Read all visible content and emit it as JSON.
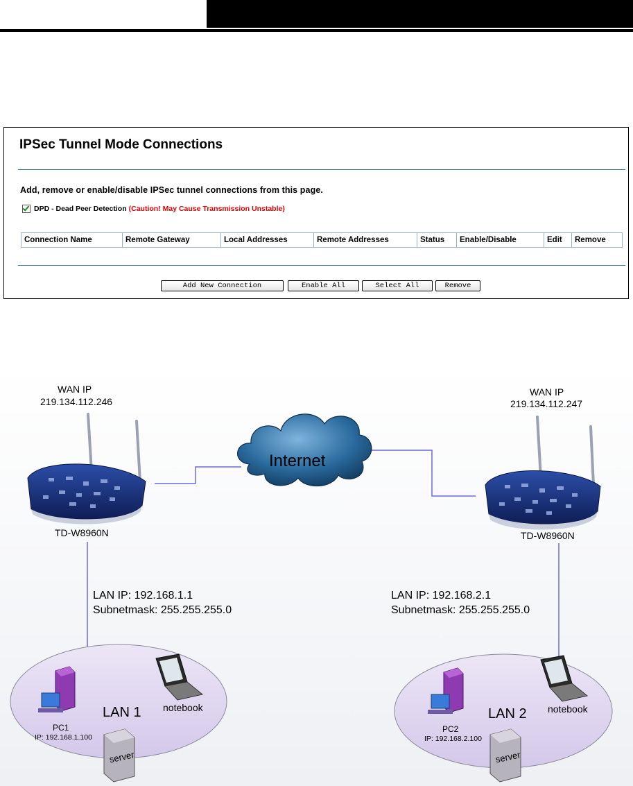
{
  "panel": {
    "title": "IPSec Tunnel Mode Connections",
    "description": "Add, remove or enable/disable IPSec tunnel connections from this page.",
    "dpd_label": "DPD - Dead Peer Detection",
    "dpd_caution": "(Caution! May Cause Transmission Unstable)",
    "dpd_checked": true,
    "columns": [
      "Connection Name",
      "Remote Gateway",
      "Local Addresses",
      "Remote Addresses",
      "Status",
      "Enable/Disable",
      "Edit",
      "Remove"
    ],
    "buttons": {
      "add": "Add New Connection",
      "enable_all": "Enable All",
      "select_all": "Select All",
      "remove": "Remove"
    }
  },
  "diagram": {
    "internet_label": "Internet",
    "left": {
      "wan_label": "WAN IP",
      "wan_ip": "219.134.112.246",
      "router_model": "TD-W8960N",
      "lan_ip": "LAN IP: 192.168.1.1",
      "subnet": "Subnetmask: 255.255.255.0",
      "lan_name": "LAN 1",
      "pc_name": "PC1",
      "pc_ip": "IP: 192.168.1.100",
      "notebook": "notebook",
      "server": "server"
    },
    "right": {
      "wan_label": "WAN IP",
      "wan_ip": "219.134.112.247",
      "router_model": "TD-W8960N",
      "lan_ip": "LAN IP: 192.168.2.1",
      "subnet": "Subnetmask: 255.255.255.0",
      "lan_name": "LAN 2",
      "pc_name": "PC2",
      "pc_ip": "IP: 192.168.2.100",
      "notebook": "notebook",
      "server": "server"
    }
  },
  "colors": {
    "link_line": "#6a6adc",
    "panel_rule": "#3b6f9c",
    "caution": "#e00000",
    "lan_ellipse": "#ded5ef",
    "cloud": "#2a6a9e"
  }
}
